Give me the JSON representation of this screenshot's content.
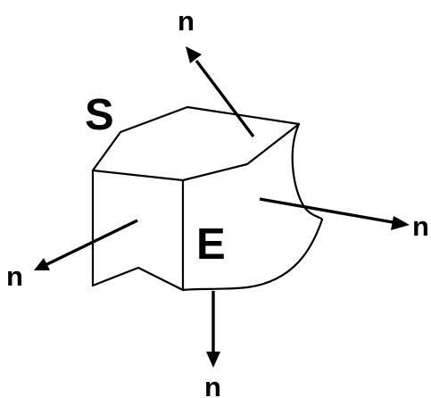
{
  "diagram": {
    "surface_label": "S",
    "volume_label": "E",
    "normal_labels": [
      "n",
      "n",
      "n",
      "n"
    ]
  }
}
